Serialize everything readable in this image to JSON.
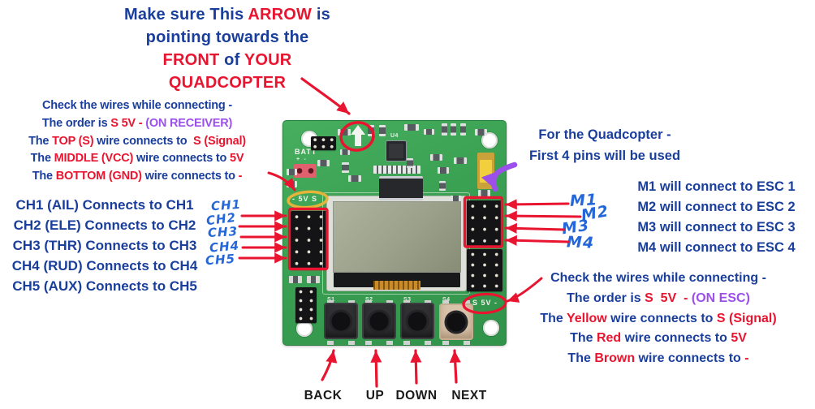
{
  "colors": {
    "blue": "#1a3e9c",
    "red": "#e9142f",
    "purple": "#9b50ec",
    "black": "#1a1a1a",
    "annotation_red": "#e9142f",
    "annotation_yellow": "#e7b43a"
  },
  "title": {
    "lines": [
      [
        {
          "t": "Make sure This ",
          "c": "blue"
        },
        {
          "t": "ARROW",
          "c": "red"
        },
        {
          "t": " is",
          "c": "blue"
        }
      ],
      [
        {
          "t": "pointing towards the",
          "c": "blue"
        }
      ],
      [
        {
          "t": "FRONT",
          "c": "red"
        },
        {
          "t": " of ",
          "c": "blue"
        },
        {
          "t": "YOUR",
          "c": "red"
        }
      ],
      [
        {
          "t": "QUADCOPTER",
          "c": "red"
        }
      ]
    ]
  },
  "receiver_note": {
    "lines": [
      [
        {
          "t": "Check the wires while connecting -",
          "c": "blue"
        }
      ],
      [
        {
          "t": "The order is ",
          "c": "blue"
        },
        {
          "t": "S 5V - ",
          "c": "red"
        },
        {
          "t": "(ON RECEIVER)",
          "c": "purple"
        }
      ],
      [
        {
          "t": "The ",
          "c": "blue"
        },
        {
          "t": "TOP (S)",
          "c": "red"
        },
        {
          "t": " wire connects to  ",
          "c": "blue"
        },
        {
          "t": "S (Signal)",
          "c": "red"
        }
      ],
      [
        {
          "t": "The ",
          "c": "blue"
        },
        {
          "t": "MIDDLE (VCC)",
          "c": "red"
        },
        {
          "t": " wire connects to ",
          "c": "blue"
        },
        {
          "t": "5V",
          "c": "red"
        }
      ],
      [
        {
          "t": "The ",
          "c": "blue"
        },
        {
          "t": "BOTTOM (GND)",
          "c": "red"
        },
        {
          "t": " wire connects to ",
          "c": "blue"
        },
        {
          "t": "-",
          "c": "red"
        }
      ]
    ]
  },
  "ch_list": {
    "items": [
      "CH1 (AIL) Connects to CH1",
      "CH2 (ELE) Connects to CH2",
      "CH3 (THR) Connects to CH3",
      "CH4 (RUD) Connects to CH4",
      "CH5 (AUX) Connects to CH5"
    ]
  },
  "ch_handwritten": [
    "CH1",
    "CH2",
    "CH3",
    "CH4",
    "CH5"
  ],
  "quad_note": {
    "lines": [
      "For the Quadcopter -",
      "First 4 pins will be used"
    ]
  },
  "esc_list": {
    "items": [
      "M1 will connect to ESC 1",
      "M2 will connect to ESC 2",
      "M3 will connect to ESC 3",
      "M4 will connect to ESC 4"
    ]
  },
  "m_handwritten": [
    "M1",
    "M2",
    "M3",
    "M4"
  ],
  "esc_note": {
    "lines": [
      [
        {
          "t": "Check the wires while connecting -",
          "c": "blue"
        }
      ],
      [
        {
          "t": "The order is ",
          "c": "blue"
        },
        {
          "t": "S  5V  - ",
          "c": "red"
        },
        {
          "t": "(ON ESC)",
          "c": "purple"
        }
      ],
      [
        {
          "t": "The ",
          "c": "blue"
        },
        {
          "t": "Yellow",
          "c": "red"
        },
        {
          "t": " wire connects to ",
          "c": "blue"
        },
        {
          "t": "S (Signal)",
          "c": "red"
        }
      ],
      [
        {
          "t": "The ",
          "c": "blue"
        },
        {
          "t": "Red",
          "c": "red"
        },
        {
          "t": " wire connects to ",
          "c": "blue"
        },
        {
          "t": "5V",
          "c": "red"
        }
      ],
      [
        {
          "t": "The ",
          "c": "blue"
        },
        {
          "t": "Brown",
          "c": "red"
        },
        {
          "t": " wire connects to ",
          "c": "blue"
        },
        {
          "t": "-",
          "c": "red"
        }
      ]
    ]
  },
  "nav_buttons": [
    "BACK",
    "UP",
    "DOWN",
    "NEXT"
  ],
  "board": {
    "batt_label": "BATT",
    "batt_polarity": "+  -",
    "receiver_pins_label": "- 5V S",
    "esc_pins_label": "S 5V -",
    "switch_labels": [
      "S1",
      "S2",
      "S3",
      "S4"
    ],
    "chip_label": "U4"
  }
}
